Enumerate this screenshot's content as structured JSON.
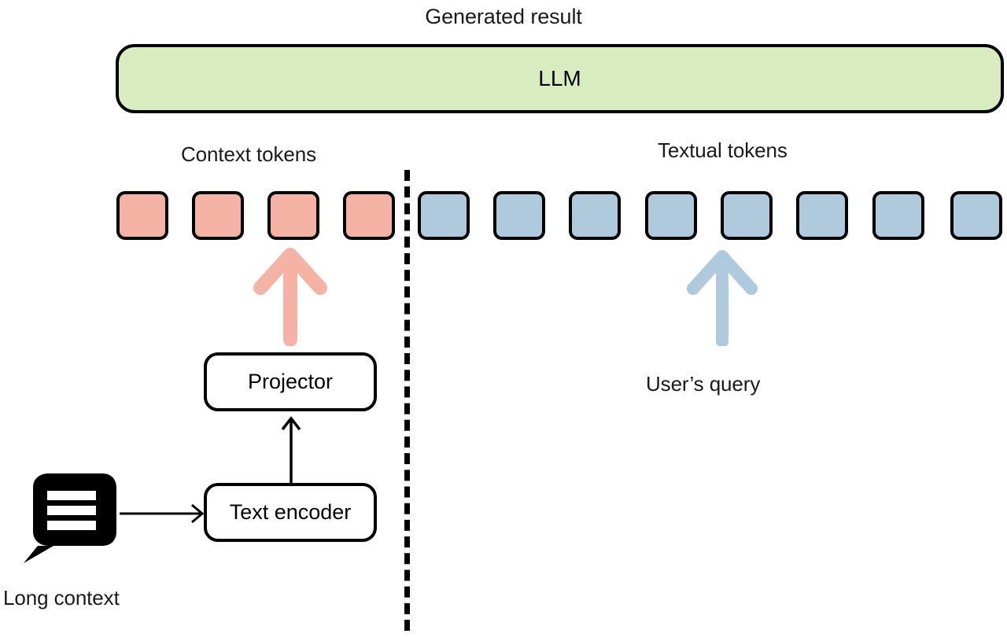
{
  "diagram": {
    "title_caption": "Generated result",
    "model": {
      "label": "LLM",
      "fill_color": "#d9ecc0",
      "border_color": "#000000"
    },
    "left_branch": {
      "section_label": "Context tokens",
      "token_color": "#f4b3a4",
      "token_count": 4,
      "arrow_color": "#f4b3a4",
      "projector_label": "Projector",
      "encoder_label": "Text encoder",
      "source_label": "Long context",
      "source_icon": "speech-bubble-lines-icon"
    },
    "right_branch": {
      "section_label": "Textual tokens",
      "token_color": "#afc9dd",
      "token_count": 8,
      "arrow_color": "#afc9dd",
      "input_label": "User’s query"
    },
    "divider": {
      "style": "dashed",
      "color": "#000000"
    }
  }
}
